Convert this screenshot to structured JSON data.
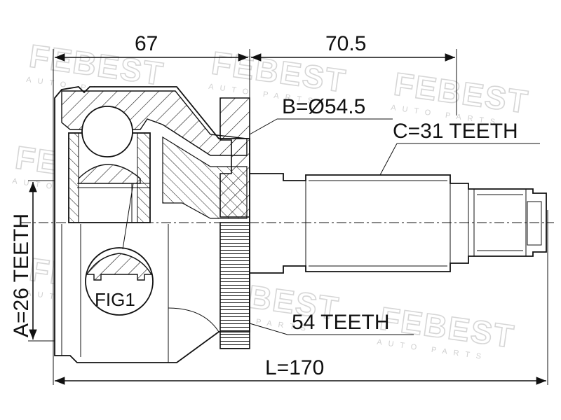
{
  "diagram": {
    "dimensions": {
      "dim_cup_length": "67",
      "dim_shaft_length": "70.5",
      "dim_total_length": "L=170"
    },
    "callouts": {
      "seal_diameter": "B=Ø54.5",
      "outer_spline": "C=31 TEETH",
      "abs_ring": "54 TEETH",
      "inner_spline": "A=26 TEETH",
      "detail": "FIG1"
    },
    "watermark": {
      "brand": "FEBEST",
      "tagline": "AUTO PARTS"
    }
  }
}
